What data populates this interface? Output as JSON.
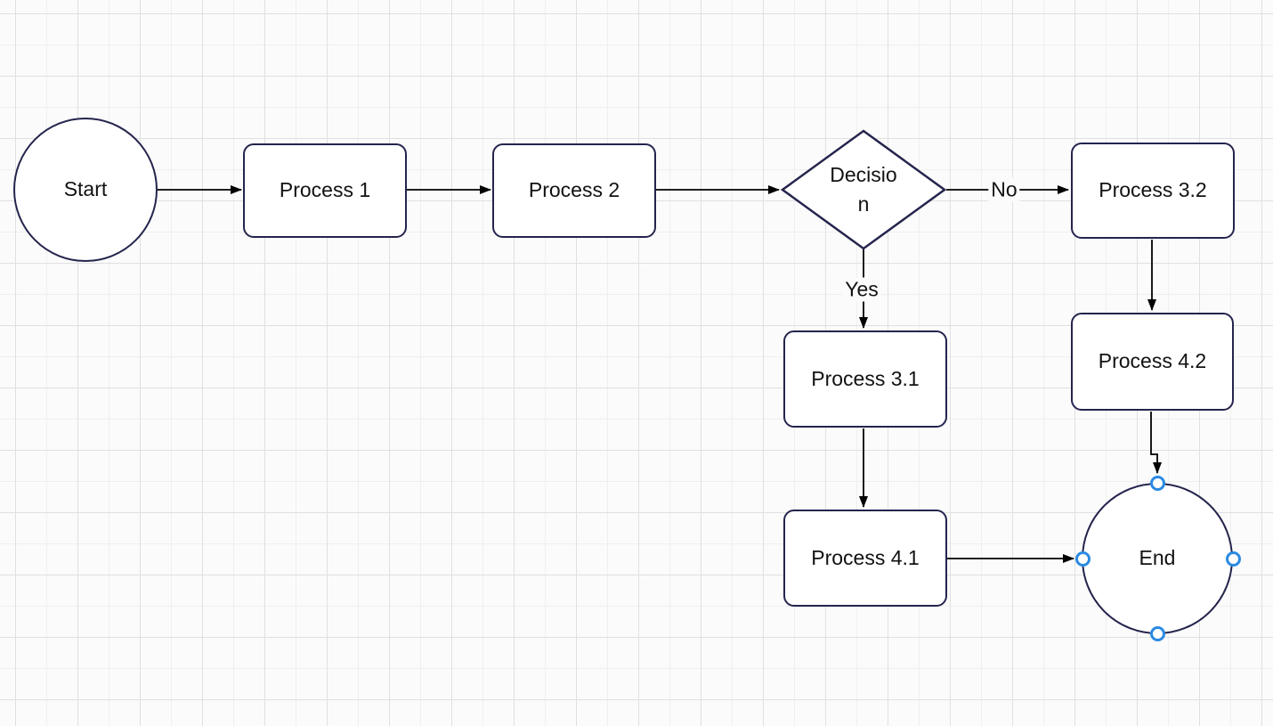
{
  "canvas": {
    "background_color": "#fbfbfb",
    "grid_minor_color": "#efefef",
    "grid_major_color": "#e0e0e0"
  },
  "diagram": {
    "colors": {
      "node_stroke": "#24244d",
      "node_fill": "#ffffff",
      "edge_stroke": "#000000",
      "selection_handle": "#2a8ae2",
      "text": "#121212"
    },
    "nodes": [
      {
        "id": "start",
        "type": "ellipse",
        "label": "Start"
      },
      {
        "id": "process-1",
        "type": "process",
        "label": "Process 1"
      },
      {
        "id": "process-2",
        "type": "process",
        "label": "Process 2"
      },
      {
        "id": "decision",
        "type": "decision",
        "label": "Decision",
        "label_lines": [
          "Decisio",
          "n"
        ]
      },
      {
        "id": "process-3-2",
        "type": "process",
        "label": "Process 3.2"
      },
      {
        "id": "process-4-2",
        "type": "process",
        "label": "Process 4.2"
      },
      {
        "id": "process-3-1",
        "type": "process",
        "label": "Process 3.1"
      },
      {
        "id": "process-4-1",
        "type": "process",
        "label": "Process 4.1"
      },
      {
        "id": "end",
        "type": "ellipse",
        "label": "End",
        "selected": true,
        "connection_points": [
          "top",
          "right",
          "bottom",
          "left"
        ]
      }
    ],
    "edges": [
      {
        "from": "start",
        "to": "process-1",
        "label": ""
      },
      {
        "from": "process-1",
        "to": "process-2",
        "label": ""
      },
      {
        "from": "process-2",
        "to": "decision",
        "label": ""
      },
      {
        "from": "decision",
        "to": "process-3-2",
        "label": "No"
      },
      {
        "from": "decision",
        "to": "process-3-1",
        "label": "Yes"
      },
      {
        "from": "process-3-2",
        "to": "process-4-2",
        "label": ""
      },
      {
        "from": "process-3-1",
        "to": "process-4-1",
        "label": ""
      },
      {
        "from": "process-4-1",
        "to": "end",
        "label": ""
      },
      {
        "from": "process-4-2",
        "to": "end",
        "label": ""
      }
    ]
  }
}
